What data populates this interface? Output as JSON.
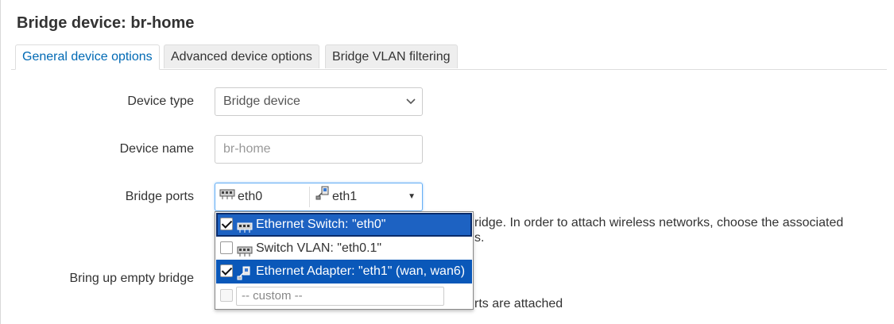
{
  "dialog": {
    "title": "Bridge device: br-home"
  },
  "tabs": [
    {
      "label": "General device options",
      "active": true
    },
    {
      "label": "Advanced device options",
      "active": false
    },
    {
      "label": "Bridge VLAN filtering",
      "active": false
    }
  ],
  "form": {
    "device_type": {
      "label": "Device type",
      "value": "Bridge device"
    },
    "device_name": {
      "label": "Device name",
      "placeholder": "br-home"
    },
    "bridge_ports": {
      "label": "Bridge ports",
      "selected": [
        "eth0",
        "eth1"
      ],
      "description_line1": "ridge. In order to attach wireless networks, choose the associated",
      "description_line2": "s."
    },
    "bring_up_empty": {
      "label": "Bring up empty bridge",
      "description": "rts are attached"
    }
  },
  "dropdown": {
    "options": [
      {
        "label": "Ethernet Switch: \"eth0\"",
        "checked": true,
        "icon": "switch-icon",
        "focused": true
      },
      {
        "label": "Switch VLAN: \"eth0.1\"",
        "checked": false,
        "icon": "switch-icon",
        "focused": false
      },
      {
        "label": "Ethernet Adapter: \"eth1\" (wan, wan6)",
        "checked": true,
        "icon": "ethernet-icon",
        "focused": false
      }
    ],
    "custom_placeholder": "-- custom --"
  },
  "colors": {
    "tab_active_text": "#0069b4",
    "selection_bg": "#0a58b9"
  }
}
